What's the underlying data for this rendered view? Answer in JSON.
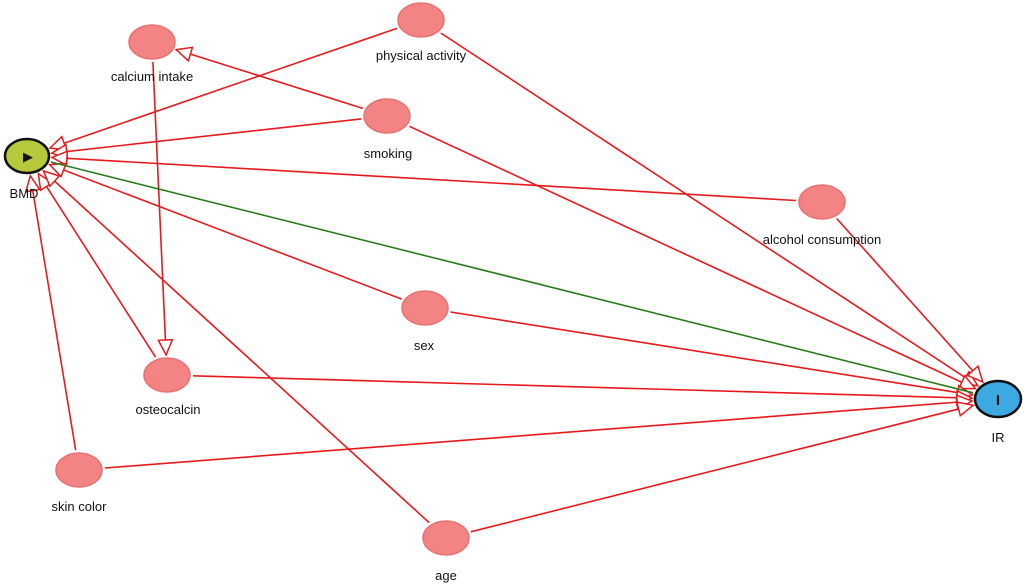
{
  "diagram_type": "causal DAG",
  "colors": {
    "node_fill": "#f48383",
    "node_stroke": "#e57373",
    "exposure_fill": "#b7c83a",
    "outcome_fill": "#3da9e3",
    "edge_causal": "#e8191c",
    "edge_exposure_outcome": "#2b7a1e"
  },
  "nodes": {
    "bmd": {
      "label": "BMD",
      "role": "exposure",
      "symbol": "▶"
    },
    "ir": {
      "label": "IR",
      "role": "outcome",
      "symbol": "I"
    },
    "physical_activity": {
      "label": "physical activity"
    },
    "calcium_intake": {
      "label": "calcium intake"
    },
    "smoking": {
      "label": "smoking"
    },
    "alcohol_consumption": {
      "label": "alcohol consumption"
    },
    "sex": {
      "label": "sex"
    },
    "osteocalcin": {
      "label": "osteocalcin"
    },
    "skin_color": {
      "label": "skin color"
    },
    "age": {
      "label": "age"
    }
  },
  "edges": [
    {
      "from": "physical_activity",
      "to": "bmd",
      "kind": "causal"
    },
    {
      "from": "physical_activity",
      "to": "ir",
      "kind": "causal"
    },
    {
      "from": "smoking",
      "to": "calcium_intake",
      "kind": "causal"
    },
    {
      "from": "smoking",
      "to": "bmd",
      "kind": "causal"
    },
    {
      "from": "smoking",
      "to": "ir",
      "kind": "causal"
    },
    {
      "from": "calcium_intake",
      "to": "osteocalcin",
      "kind": "causal"
    },
    {
      "from": "alcohol_consumption",
      "to": "bmd",
      "kind": "causal"
    },
    {
      "from": "alcohol_consumption",
      "to": "ir",
      "kind": "causal"
    },
    {
      "from": "sex",
      "to": "bmd",
      "kind": "causal"
    },
    {
      "from": "sex",
      "to": "ir",
      "kind": "causal"
    },
    {
      "from": "osteocalcin",
      "to": "bmd",
      "kind": "causal"
    },
    {
      "from": "osteocalcin",
      "to": "ir",
      "kind": "causal"
    },
    {
      "from": "skin_color",
      "to": "bmd",
      "kind": "causal"
    },
    {
      "from": "skin_color",
      "to": "ir",
      "kind": "causal"
    },
    {
      "from": "age",
      "to": "bmd",
      "kind": "causal"
    },
    {
      "from": "age",
      "to": "ir",
      "kind": "causal"
    },
    {
      "from": "bmd",
      "to": "ir",
      "kind": "exposure_outcome"
    }
  ]
}
